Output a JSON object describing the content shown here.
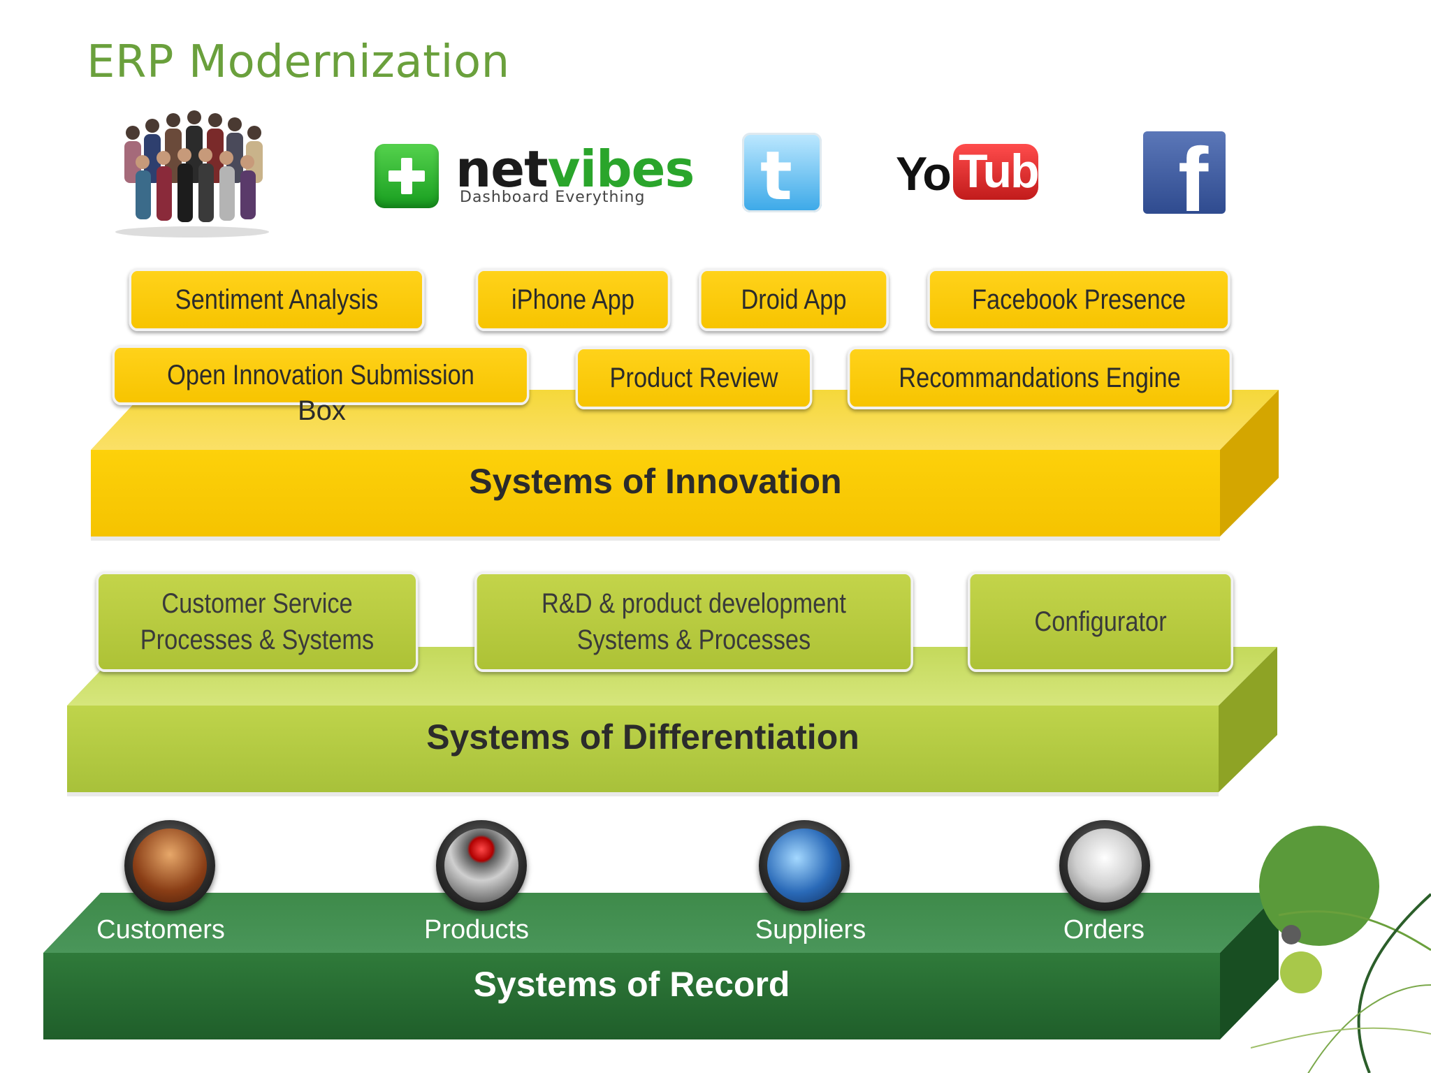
{
  "title": "ERP Modernization",
  "logos": {
    "netvibes_net": "net",
    "netvibes_vibes": "vibes",
    "netvibes_tagline": "Dashboard Everything",
    "youtube_you": "You",
    "youtube_tube": "Tube",
    "twitter_letter": "t",
    "facebook_letter": "f"
  },
  "innovation": {
    "label": "Systems of Innovation",
    "row1": [
      "Sentiment Analysis",
      "iPhone App",
      "Droid App",
      "Facebook Presence"
    ],
    "row2": [
      "Open Innovation Submission",
      "Product Review",
      "Recommandations Engine"
    ],
    "row2_overflow": "Box",
    "color": "#f9c800"
  },
  "differentiation": {
    "label": "Systems of Differentiation",
    "boxes": [
      [
        "Customer Service",
        "Processes & Systems"
      ],
      [
        "R&D & product development",
        "Systems & Processes"
      ],
      [
        "Configurator"
      ]
    ],
    "color": "#b5c93a"
  },
  "record": {
    "label": "Systems of Record",
    "items": [
      "Customers",
      "Products",
      "Suppliers",
      "Orders"
    ],
    "color": "#2e7c3a"
  }
}
